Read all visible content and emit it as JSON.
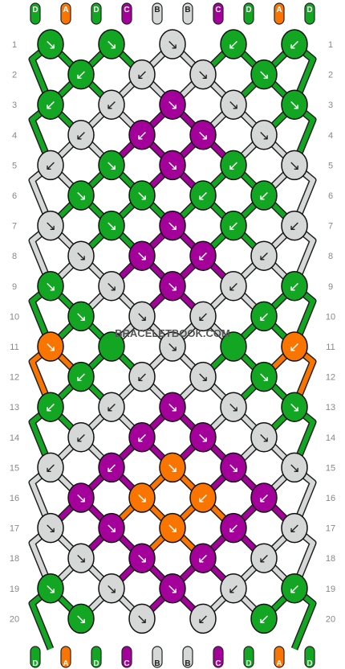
{
  "watermark": "BRACELETBOOK.COM",
  "colors": {
    "D": "#12a623",
    "A": "#fa7500",
    "B": "#d5d8d7",
    "C": "#a4009a"
  },
  "strands_top": [
    "D",
    "A",
    "D",
    "C",
    "B",
    "B",
    "C",
    "D",
    "A",
    "D"
  ],
  "strands_bottom": [
    "D",
    "A",
    "D",
    "C",
    "B",
    "B",
    "C",
    "D",
    "A",
    "D"
  ],
  "row_numbers": [
    "1",
    "2",
    "3",
    "4",
    "5",
    "6",
    "7",
    "8",
    "9",
    "10",
    "11",
    "12",
    "13",
    "14",
    "15",
    "16",
    "17",
    "18",
    "19",
    "20"
  ],
  "knots": [
    [
      {
        "c": "D",
        "a": "↘"
      },
      {
        "c": "D",
        "a": "↘"
      },
      {
        "c": "B",
        "a": "↘"
      },
      {
        "c": "D",
        "a": "↙"
      },
      {
        "c": "D",
        "a": "↙"
      }
    ],
    [
      {
        "c": "D",
        "a": "↙"
      },
      {
        "c": "B",
        "a": "↙"
      },
      {
        "c": "B",
        "a": "↘"
      },
      {
        "c": "D",
        "a": "↘"
      }
    ],
    [
      {
        "c": "D",
        "a": "↙"
      },
      {
        "c": "B",
        "a": "↙"
      },
      {
        "c": "C",
        "a": "↘"
      },
      {
        "c": "B",
        "a": "↘"
      },
      {
        "c": "D",
        "a": "↘"
      }
    ],
    [
      {
        "c": "B",
        "a": "↙"
      },
      {
        "c": "C",
        "a": "↙"
      },
      {
        "c": "C",
        "a": "↘"
      },
      {
        "c": "B",
        "a": "↘"
      }
    ],
    [
      {
        "c": "B",
        "a": "↙"
      },
      {
        "c": "D",
        "a": "↘"
      },
      {
        "c": "C",
        "a": "↘"
      },
      {
        "c": "D",
        "a": "↙"
      },
      {
        "c": "B",
        "a": "↘"
      }
    ],
    [
      {
        "c": "D",
        "a": "↘"
      },
      {
        "c": "D",
        "a": "↘"
      },
      {
        "c": "D",
        "a": "↙"
      },
      {
        "c": "D",
        "a": "↙"
      }
    ],
    [
      {
        "c": "B",
        "a": "↘"
      },
      {
        "c": "D",
        "a": "↘"
      },
      {
        "c": "C",
        "a": "↘"
      },
      {
        "c": "D",
        "a": "↙"
      },
      {
        "c": "B",
        "a": "↙"
      }
    ],
    [
      {
        "c": "B",
        "a": "↘"
      },
      {
        "c": "C",
        "a": "↘"
      },
      {
        "c": "C",
        "a": "↙"
      },
      {
        "c": "B",
        "a": "↙"
      }
    ],
    [
      {
        "c": "D",
        "a": "↘"
      },
      {
        "c": "B",
        "a": "↘"
      },
      {
        "c": "C",
        "a": "↘"
      },
      {
        "c": "B",
        "a": "↙"
      },
      {
        "c": "D",
        "a": "↙"
      }
    ],
    [
      {
        "c": "D",
        "a": "↘"
      },
      {
        "c": "B",
        "a": "↘"
      },
      {
        "c": "B",
        "a": "↙"
      },
      {
        "c": "D",
        "a": "↙"
      }
    ],
    [
      {
        "c": "A",
        "a": "↘"
      },
      {
        "c": "D",
        "a": ""
      },
      {
        "c": "B",
        "a": "↘"
      },
      {
        "c": "D",
        "a": ""
      },
      {
        "c": "A",
        "a": "↙"
      }
    ],
    [
      {
        "c": "D",
        "a": "↙"
      },
      {
        "c": "B",
        "a": "↙"
      },
      {
        "c": "B",
        "a": "↘"
      },
      {
        "c": "D",
        "a": "↘"
      }
    ],
    [
      {
        "c": "D",
        "a": "↙"
      },
      {
        "c": "B",
        "a": "↙"
      },
      {
        "c": "C",
        "a": "↘"
      },
      {
        "c": "B",
        "a": "↘"
      },
      {
        "c": "D",
        "a": "↘"
      }
    ],
    [
      {
        "c": "B",
        "a": "↙"
      },
      {
        "c": "C",
        "a": "↙"
      },
      {
        "c": "C",
        "a": "↘"
      },
      {
        "c": "B",
        "a": "↘"
      }
    ],
    [
      {
        "c": "B",
        "a": "↙"
      },
      {
        "c": "C",
        "a": "↙"
      },
      {
        "c": "A",
        "a": "↘"
      },
      {
        "c": "C",
        "a": "↘"
      },
      {
        "c": "B",
        "a": "↘"
      }
    ],
    [
      {
        "c": "C",
        "a": "↘"
      },
      {
        "c": "A",
        "a": "↘"
      },
      {
        "c": "A",
        "a": "↙"
      },
      {
        "c": "C",
        "a": "↙"
      }
    ],
    [
      {
        "c": "B",
        "a": "↘"
      },
      {
        "c": "C",
        "a": "↘"
      },
      {
        "c": "A",
        "a": "↘"
      },
      {
        "c": "C",
        "a": "↙"
      },
      {
        "c": "B",
        "a": "↙"
      }
    ],
    [
      {
        "c": "B",
        "a": "↘"
      },
      {
        "c": "C",
        "a": "↘"
      },
      {
        "c": "C",
        "a": "↙"
      },
      {
        "c": "B",
        "a": "↙"
      }
    ],
    [
      {
        "c": "D",
        "a": "↘"
      },
      {
        "c": "B",
        "a": "↘"
      },
      {
        "c": "C",
        "a": "↘"
      },
      {
        "c": "B",
        "a": "↙"
      },
      {
        "c": "D",
        "a": "↙"
      }
    ],
    [
      {
        "c": "D",
        "a": "↘"
      },
      {
        "c": "B",
        "a": "↘"
      },
      {
        "c": "B",
        "a": "↙"
      },
      {
        "c": "D",
        "a": "↙"
      }
    ]
  ]
}
